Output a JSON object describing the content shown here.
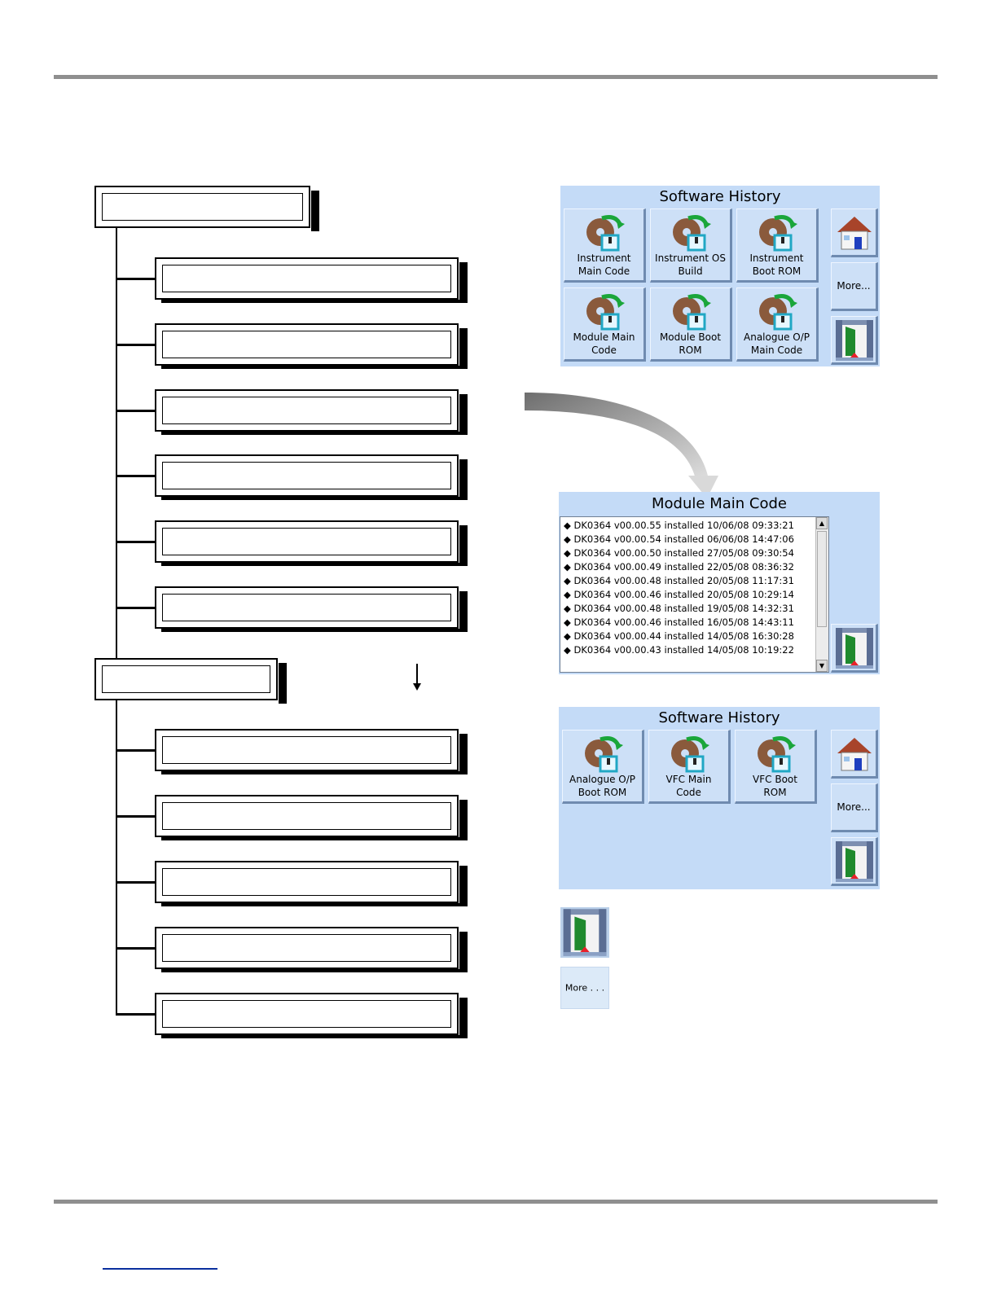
{
  "screens": {
    "software_history_1": {
      "title": "Software History",
      "tiles": [
        {
          "line1": "Instrument",
          "line2": "Main Code"
        },
        {
          "line1": "Instrument OS",
          "line2": "Build"
        },
        {
          "line1": "Instrument",
          "line2": "Boot ROM"
        },
        {
          "line1": "Module Main",
          "line2": "Code"
        },
        {
          "line1": "Module Boot",
          "line2": "ROM"
        },
        {
          "line1": "Analogue O/P",
          "line2": "Main Code"
        }
      ],
      "side": {
        "home_icon": "home-icon",
        "more_label": "More...",
        "exit_icon": "exit-door-icon"
      }
    },
    "module_main_code": {
      "title": "Module Main Code",
      "entries": [
        "DK0364  v00.00.55 installed 10/06/08 09:33:21",
        "DK0364  v00.00.54 installed 06/06/08 14:47:06",
        "DK0364  v00.00.50 installed 27/05/08 09:30:54",
        "DK0364  v00.00.49 installed 22/05/08 08:36:32",
        "DK0364  v00.00.48 installed 20/05/08 11:17:31",
        "DK0364  v00.00.46 installed 20/05/08 10:29:14",
        "DK0364  v00.00.48 installed 19/05/08 14:32:31",
        "DK0364  v00.00.46 installed 16/05/08 14:43:11",
        "DK0364  v00.00.44 installed 14/05/08 16:30:28",
        "DK0364  v00.00.43 installed 14/05/08 10:19:22"
      ],
      "bullet": "◆",
      "scroll_up": "▲",
      "scroll_down": "▼",
      "exit_icon": "exit-door-icon"
    },
    "software_history_2": {
      "title": "Software History",
      "tiles": [
        {
          "line1": "Analogue O/P",
          "line2": "Boot ROM"
        },
        {
          "line1": "VFC Main",
          "line2": "Code"
        },
        {
          "line1": "VFC Boot",
          "line2": "ROM"
        }
      ],
      "side": {
        "home_icon": "home-icon",
        "more_label": "More...",
        "exit_icon": "exit-door-icon"
      }
    }
  },
  "legend": {
    "exit_icon": "exit-door-icon",
    "more_label": "More . . ."
  },
  "colors": {
    "panel_bg": "#c4dbf7",
    "tile_bg": "#cde0f7",
    "rule": "#8f8f8f",
    "door_green": "#1f8a2e",
    "arrow_red": "#e8202a"
  }
}
